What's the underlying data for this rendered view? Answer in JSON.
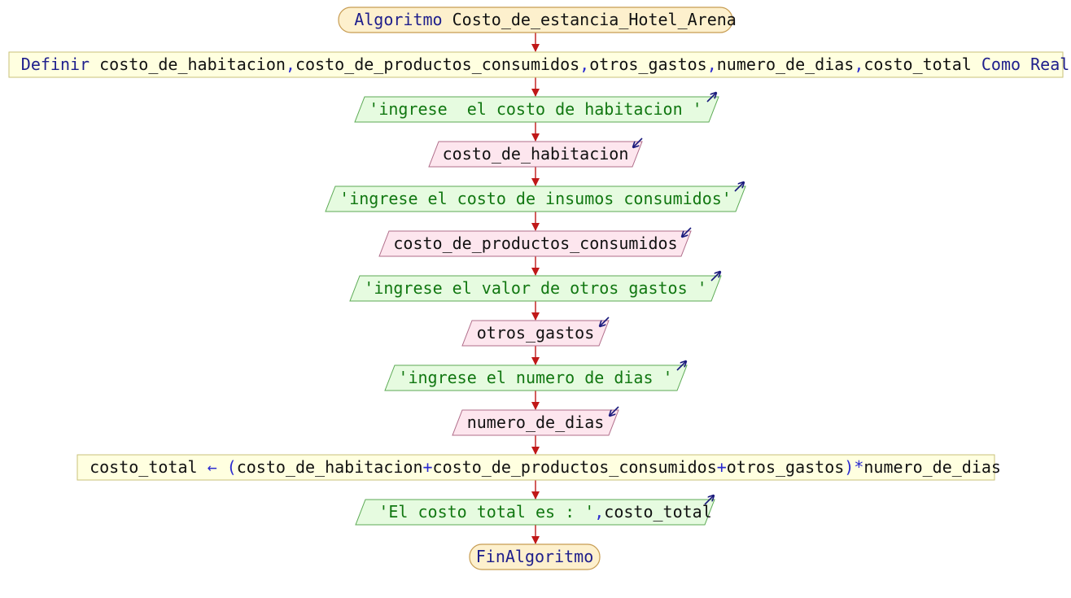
{
  "diagram": {
    "start": {
      "keyword": "Algoritmo",
      "name": "Costo_de_estancia_Hotel_Arena"
    },
    "define": {
      "keyword": "Definir",
      "vars": [
        "costo_de_habitacion",
        "costo_de_productos_consumidos",
        "otros_gastos",
        "numero_de_dias",
        "costo_total"
      ],
      "separator": ",",
      "como": "Como",
      "type": "Real"
    },
    "write1": {
      "text": "'ingrese  el costo de habitacion '"
    },
    "read1": {
      "text": "costo_de_habitacion"
    },
    "write2": {
      "text": "'ingrese el costo de insumos consumidos'"
    },
    "read2": {
      "text": "costo_de_productos_consumidos"
    },
    "write3": {
      "text": "'ingrese el valor de otros gastos '"
    },
    "read3": {
      "text": "otros_gastos"
    },
    "write4": {
      "text": "'ingrese el numero de dias '"
    },
    "read4": {
      "text": "numero_de_dias"
    },
    "assign": {
      "target": "costo_total",
      "arrow": " ← ",
      "open": "(",
      "a": "costo_de_habitacion",
      "plus1": "+",
      "b": "costo_de_productos_consumidos",
      "plus2": "+",
      "c": "otros_gastos",
      "close": ")*",
      "d": "numero_de_dias"
    },
    "write5": {
      "literal": "'El costo total es : '",
      "sep": ",",
      "var": "costo_total"
    },
    "end": {
      "keyword": "FinAlgoritmo"
    }
  },
  "colors": {
    "keyword": "#1e1e8c",
    "string": "#117711",
    "connector": "#c01818",
    "output_fill": "#e6fbe0",
    "input_fill": "#fde6ee",
    "process_fill": "#ffffe0",
    "terminal_fill": "#fdf0cd"
  }
}
